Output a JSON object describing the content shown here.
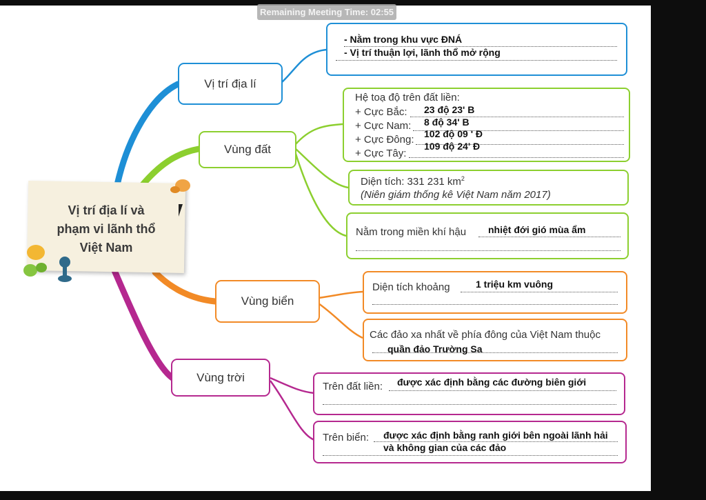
{
  "meeting": {
    "timer_label": "Remaining Meeting Time: 02:55"
  },
  "center": {
    "title_lines": [
      "Vị trí địa lí và",
      "phạm vi lãnh thổ",
      "Việt Nam"
    ]
  },
  "topics": {
    "vi_tri": "Vị trí địa lí",
    "vung_dat": "Vùng đất",
    "vung_bien": "Vùng biển",
    "vung_troi": "Vùng trời"
  },
  "vi_tri_box": {
    "line1": "- Nằm trong khu vực ĐNÁ",
    "line2": "- Vị trí thuận lợi, lãnh thổ mở rộng"
  },
  "toa_do": {
    "title": "Hệ toạ độ trên đất liền:",
    "rows": [
      {
        "label": "+ Cực Bắc:",
        "answer": "23 độ 23' B"
      },
      {
        "label": "+ Cực Nam:",
        "answer": "8 độ 34' B"
      },
      {
        "label": "+ Cực Đông:",
        "answer": "102 độ 09 ' Đ"
      },
      {
        "label": "+ Cực Tây:",
        "answer": "109 độ 24' Đ"
      }
    ]
  },
  "dien_tich": {
    "label": "Diện tích: 331 231 km",
    "sup": "2",
    "source": "(Niên giám thống kê Việt Nam năm 2017)"
  },
  "khi_hau": {
    "label": "Nằm trong miền khí hậu",
    "answer": "nhiệt đới gió mùa ẩm"
  },
  "bien_dien_tich": {
    "label": "Diện tích khoảng",
    "answer": "1 triệu km vuông"
  },
  "bien_dao": {
    "label": "Các đảo xa nhất về phía đông của Việt Nam thuộc",
    "answer": "quần đảo Trường Sa"
  },
  "troi_dat_lien": {
    "label": "Trên đất liền:",
    "answer": "được xác định bằng các đường biên giới"
  },
  "troi_bien": {
    "label": "Trên biển:",
    "answer_line1": "được xác định bằng ranh giới bên ngoài lãnh hải",
    "answer_line2": "và không gian của các đảo"
  },
  "colors": {
    "blue": "#1e8fd6",
    "green": "#8ccf2f",
    "orange": "#f28a26",
    "purple": "#b5288f"
  }
}
